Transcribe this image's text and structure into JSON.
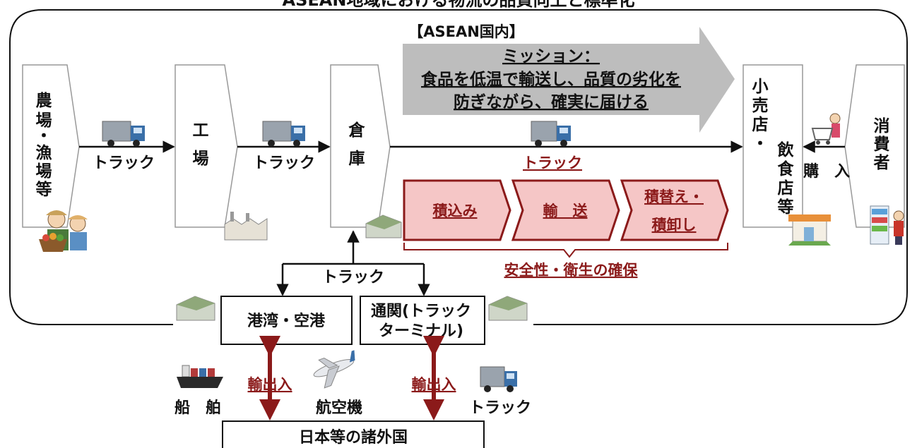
{
  "header": {
    "title_fragment": "ASEAN地域における物流の品質向上と標準化"
  },
  "region": {
    "label": "【ASEAN国内】"
  },
  "nodes": {
    "farm": [
      "農",
      "場",
      "・",
      "漁",
      "場",
      "等"
    ],
    "factory": [
      "工",
      "場"
    ],
    "warehouse": [
      "倉",
      "庫"
    ],
    "retail_left": [
      "小",
      "売",
      "店",
      "・"
    ],
    "retail_right": [
      "飲",
      "食",
      "店",
      "等"
    ],
    "consumer": [
      "消",
      "費",
      "者"
    ]
  },
  "transport": {
    "truck1": "トラック",
    "truck2": "トラック",
    "truck3": "トラック",
    "truck_down": "トラック",
    "purchase": "購　入"
  },
  "mission": {
    "line1": "ミッション：",
    "line2": "食品を低温で輸送し、品質の劣化を",
    "line3": "防ぎながら、確実に届ける"
  },
  "steps": [
    "積込み",
    "輸　送",
    "積替え・",
    "積卸し"
  ],
  "safety": "安全性・衛生の確保",
  "ports": {
    "port_airport": "港湾・空港",
    "customs_line1": "通関(トラック",
    "customs_line2": "ターミナル)"
  },
  "import_export": {
    "left": "輸出入",
    "right": "輸出入",
    "ship": "船　舶",
    "plane": "航空機",
    "truck": "トラック"
  },
  "foreign": "日本等の諸外国",
  "colors": {
    "dark_red": "#8b1a1a",
    "pink_fill": "#f5c6c6",
    "gray_arrow": "#bdbdbd",
    "truck_blue": "#3a6fa8"
  }
}
